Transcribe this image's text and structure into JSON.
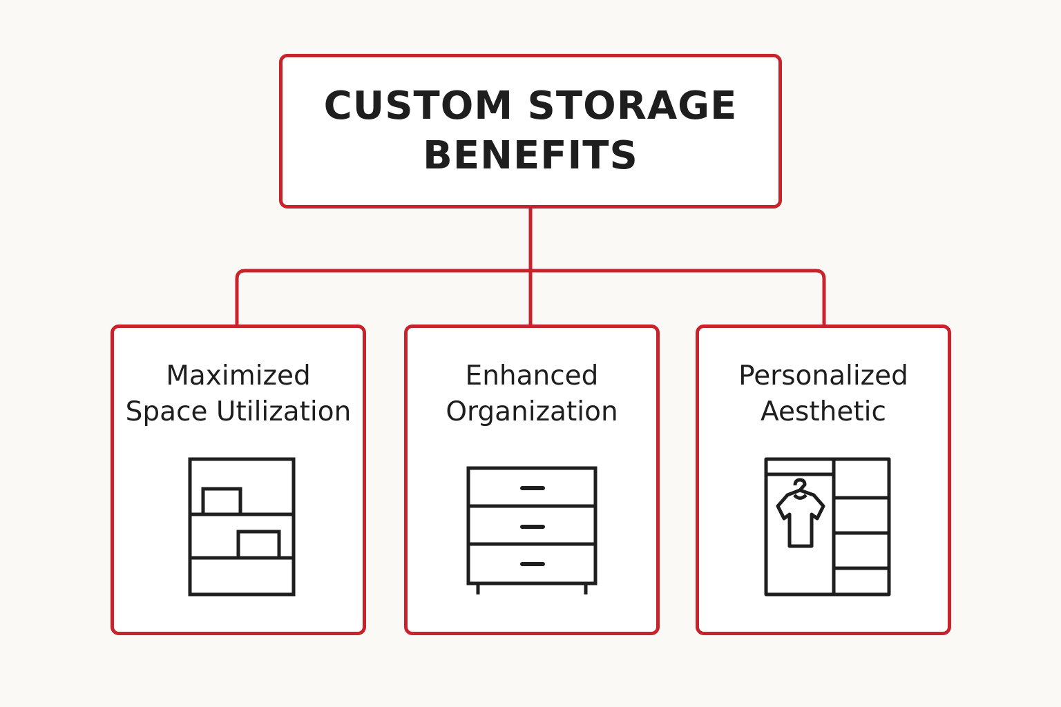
{
  "diagram": {
    "title": {
      "line1": "CUSTOM STORAGE",
      "line2": "BENEFITS"
    },
    "accent_color": "#c8232a",
    "text_color": "#1e1e1e",
    "background_color": "#faf9f6",
    "benefits": [
      {
        "line1": "Maximized",
        "line2": "Space Utilization",
        "icon": "shelving-unit-icon"
      },
      {
        "line1": "Enhanced",
        "line2": "Organization",
        "icon": "chest-of-drawers-icon"
      },
      {
        "line1": "Personalized",
        "line2": "Aesthetic",
        "icon": "wardrobe-icon"
      }
    ]
  }
}
